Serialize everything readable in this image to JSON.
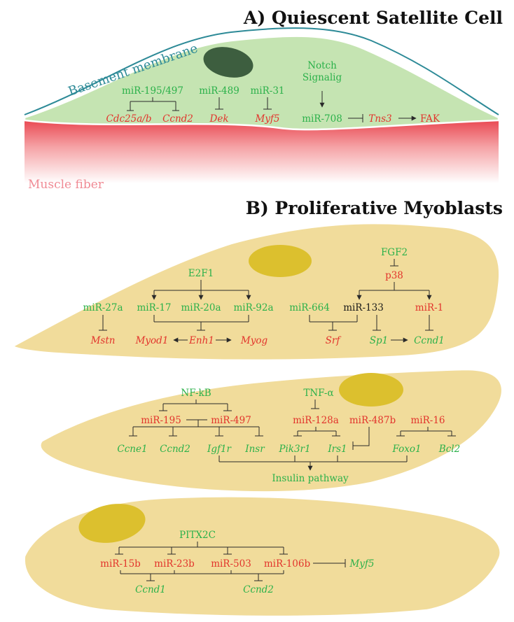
{
  "panel_a": {
    "title": "A) Quiescent Satellite Cell",
    "basement_membrane": "Basement membrane",
    "muscle_fiber": "Muscle fiber",
    "mir_195_497": "miR-195/497",
    "mir_489": "miR-489",
    "mir_31": "miR-31",
    "notch_1": "Notch",
    "notch_2": "Signalig",
    "mir_708": "miR-708",
    "cdc25ab": "Cdc25a/b",
    "ccnd2": "Ccnd2",
    "dek": "Dek",
    "myf5": "Myf5",
    "tns3": "Tns3",
    "fak": "FAK"
  },
  "panel_b": {
    "title": "B) Proliferative Myoblasts",
    "cell1": {
      "e2f1": "E2F1",
      "fgf2": "FGF2",
      "p38": "p38",
      "mir_27a": "miR-27a",
      "mir_17": "miR-17",
      "mir_20a": "miR-20a",
      "mir_92a": "miR-92a",
      "mir_664": "miR-664",
      "mir_133": "miR-133",
      "mir_1": "miR-1",
      "mstn": "Mstn",
      "myod1": "Myod1",
      "enh1": "Enh1",
      "myog": "Myog",
      "srf": "Srf",
      "sp1": "Sp1",
      "ccnd1": "Ccnd1"
    },
    "cell2": {
      "nfkb": "NF-kB",
      "tnfa": "TNF-α",
      "mir_195": "miR-195",
      "mir_497": "miR-497",
      "mir_128a": "miR-128a",
      "mir_487b": "miR-487b",
      "mir_16": "miR-16",
      "ccne1": "Ccne1",
      "ccnd2": "Ccnd2",
      "igf1r": "Igf1r",
      "insr": "Insr",
      "pik3r1": "Pik3r1",
      "irs1": "Irs1",
      "foxo1": "Foxo1",
      "bcl2": "Bcl2",
      "insulin": "Insulin pathway"
    },
    "cell3": {
      "pitx2c": "PITX2C",
      "mir_15b": "miR-15b",
      "mir_23b": "miR-23b",
      "mir_503": "miR-503",
      "mir_106b": "miR-106b",
      "myf5": "Myf5",
      "ccnd1": "Ccnd1",
      "ccnd2": "Ccnd2"
    }
  },
  "colors": {
    "activator_text": "#2bb14a",
    "target_text": "#e2342c",
    "satellite_cell": "#c5e4b2",
    "nucleus_satellite": "#3d5e3f",
    "membrane": "#2d8a97",
    "muscle_fiber_label": "#f08a94",
    "myoblast": "#f1dc9b",
    "myoblast_nucleus": "#dcc02e"
  }
}
